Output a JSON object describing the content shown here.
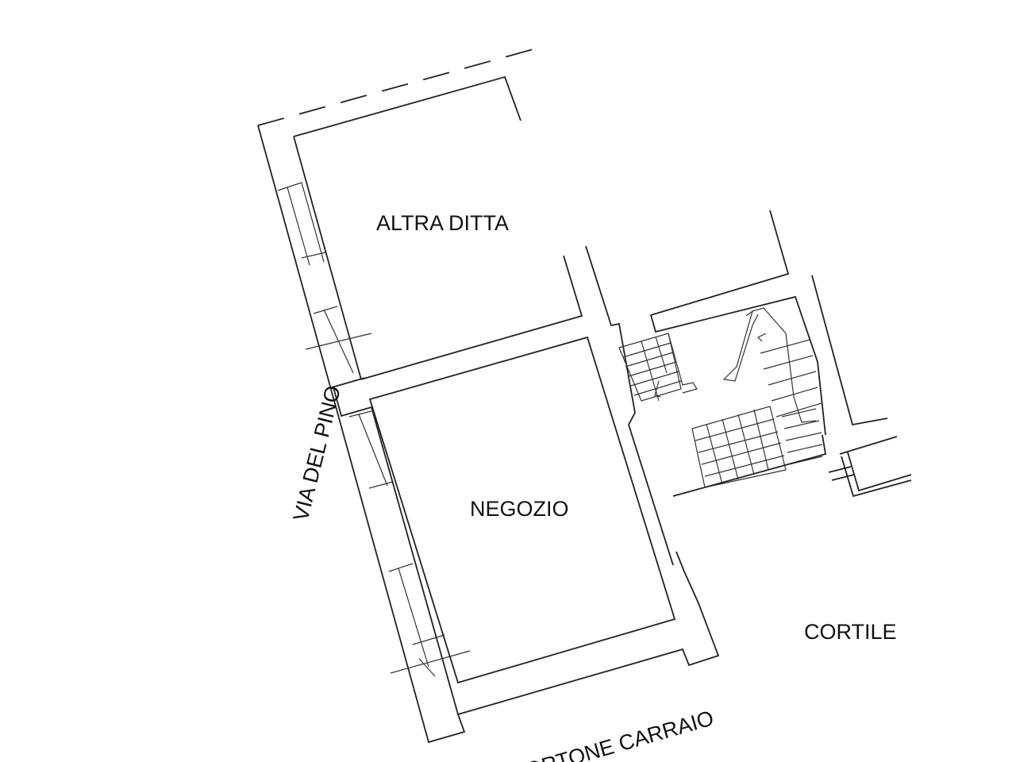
{
  "rooms": {
    "altra_ditta": "ALTRA DITTA",
    "negozio": "NEGOZIO",
    "cortile": "CORTILE"
  },
  "streets": {
    "via_del_pino": "VIA DEL PINO",
    "portone_carraio": "PORTONE CARRAIO"
  }
}
